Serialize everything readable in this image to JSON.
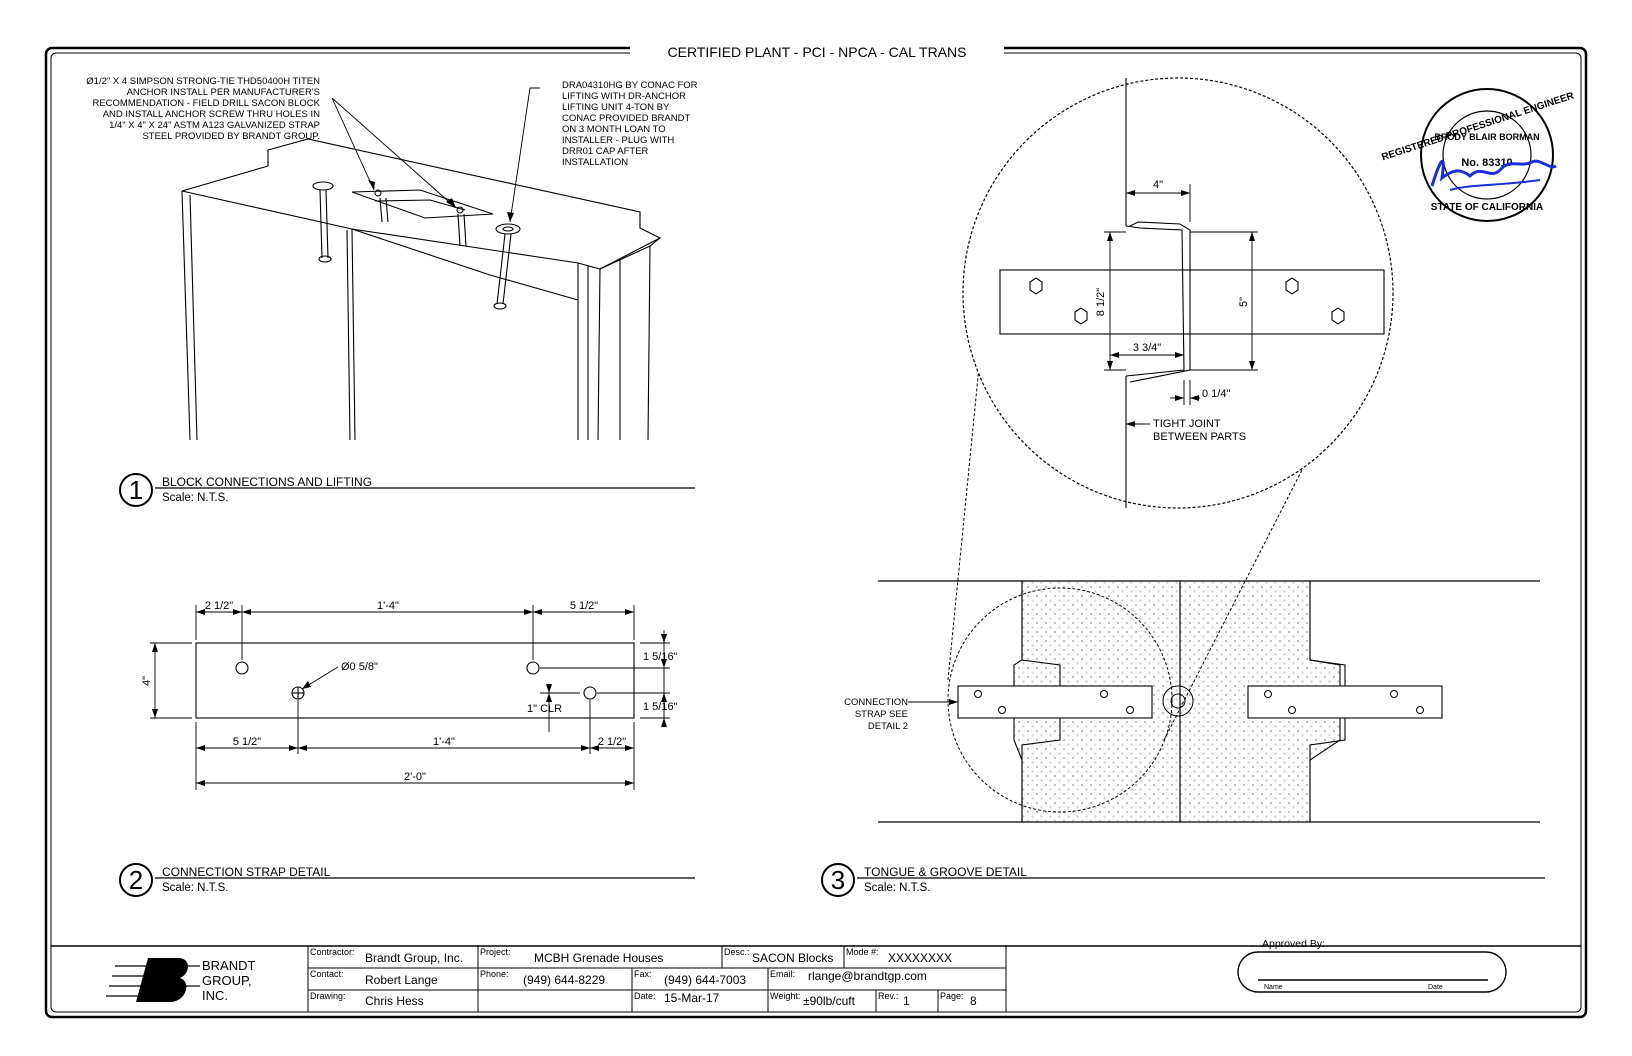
{
  "header": {
    "banner": "CERTIFIED PLANT - PCI - NPCA - CAL TRANS"
  },
  "seal": {
    "ring_top": "REGISTERED PROFESSIONAL ENGINEER",
    "name": "BRODY BLAIR BORMAN",
    "number": "No. 83310",
    "ring_bottom": "STATE OF CALIFORNIA"
  },
  "detail1": {
    "number": "1",
    "title": "BLOCK CONNECTIONS AND LIFTING",
    "scale": "Scale: N.T.S.",
    "note_left": [
      "Ø1/2\" X 4 SIMPSON STRONG-TIE THD50400H TITEN",
      "ANCHOR INSTALL PER MANUFACTURER'S",
      "RECOMMENDATION - FIELD DRILL SACON BLOCK",
      "AND INSTALL ANCHOR SCREW THRU HOLES IN",
      "1/4\" X 4\" X 24\" ASTM A123 GALVANIZED STRAP",
      "STEEL PROVIDED BY BRANDT GROUP."
    ],
    "note_right": [
      "DRA04310HG BY CONAC FOR",
      "LIFTING WITH DR-ANCHOR",
      "LIFTING UNIT 4-TON BY",
      "CONAC PROVIDED BRANDT",
      "ON 3 MONTH LOAN TO",
      "INSTALLER - PLUG WITH",
      "DRR01 CAP AFTER",
      "INSTALLATION"
    ]
  },
  "detail2": {
    "number": "2",
    "title": "CONNECTION STRAP DETAIL",
    "scale": "Scale: N.T.S.",
    "dims": {
      "top_left": "2 1/2\"",
      "top_mid": "1'-4\"",
      "top_right": "5 1/2\"",
      "height": "4\"",
      "hole_dia": "Ø0 5/8\"",
      "right_top": "1 5/16\"",
      "right_bot": "1 5/16\"",
      "clr": "1\" CLR",
      "bot_left": "5 1/2\"",
      "bot_mid": "1'-4\"",
      "bot_right": "2 1/2\"",
      "overall": "2'-0\""
    }
  },
  "detail3": {
    "number": "3",
    "title": "TONGUE & GROOVE DETAIL",
    "scale": "Scale: N.T.S.",
    "callout": [
      "CONNECTION",
      "STRAP SEE",
      "DETAIL 2"
    ],
    "zoom": {
      "d4": "4\"",
      "d812": "8 1/2\"",
      "d5": "5\"",
      "d334": "3 3/4\"",
      "d014": "0 1/4\"",
      "joint": [
        "TIGHT JOINT",
        "BETWEEN PARTS"
      ]
    }
  },
  "titleblock": {
    "company": [
      "BRANDT",
      "GROUP,",
      "INC."
    ],
    "contractor_label": "Contractor:",
    "contractor": "Brandt Group, Inc.",
    "contact_label": "Contact:",
    "contact": "Robert Lange",
    "drawing_label": "Drawing:",
    "drawing": "Chris Hess",
    "project_label": "Project:",
    "project": "MCBH Grenade Houses",
    "phone_label": "Phone:",
    "phone": "(949) 644-8229",
    "fax_label": "Fax:",
    "fax": "(949) 644-7003",
    "date_label": "Date:",
    "date": "15-Mar-17",
    "desc_label": "Desc.:",
    "desc": "SACON Blocks",
    "mode_label": "Mode #:",
    "mode": "XXXXXXXX",
    "email_label": "Email:",
    "email": "rlange@brandtgp.com",
    "weight_label": "Weight:",
    "weight": "±90lb/cuft",
    "rev_label": "Rev.:",
    "rev": "1",
    "page_label": "Page:",
    "page": "8"
  },
  "approval": {
    "label": "Approved By:",
    "name_label": "Name",
    "date_label": "Date"
  }
}
